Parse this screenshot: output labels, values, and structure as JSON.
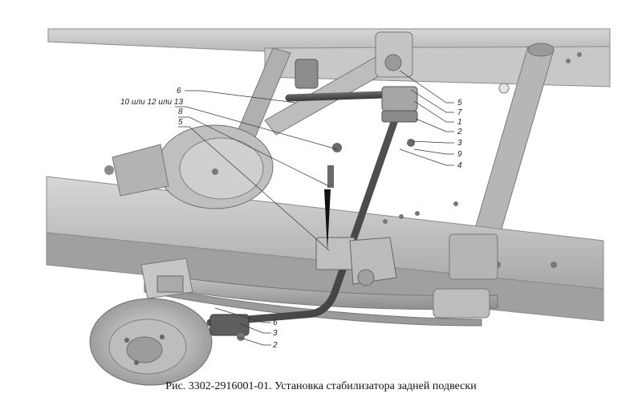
{
  "caption": "Рис. 3302-2916001-01. Установка стабилизатора задней подвески",
  "callouts": [
    "6",
    "10 или 12 или 13",
    "8",
    "5",
    "5",
    "7",
    "1",
    "2",
    "3",
    "9",
    "4",
    "6",
    "3",
    "2"
  ]
}
